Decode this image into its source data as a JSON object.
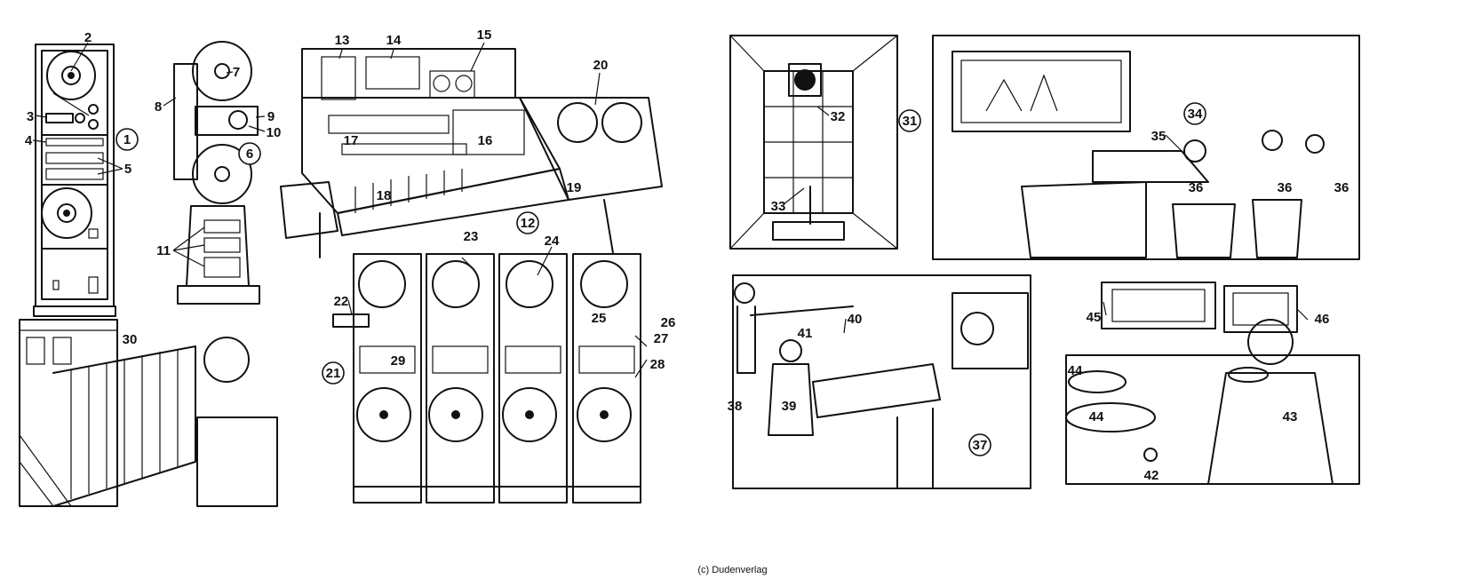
{
  "credit": "(c) Dudenverlag",
  "labels": [
    {
      "id": "l2",
      "text": "2",
      "circled": false
    },
    {
      "id": "l3",
      "text": "3",
      "circled": false
    },
    {
      "id": "l4",
      "text": "4",
      "circled": false
    },
    {
      "id": "l1",
      "text": "1",
      "circled": true
    },
    {
      "id": "l5",
      "text": "5",
      "circled": false
    },
    {
      "id": "l7",
      "text": "7",
      "circled": false
    },
    {
      "id": "l8",
      "text": "8",
      "circled": false
    },
    {
      "id": "l9",
      "text": "9",
      "circled": false
    },
    {
      "id": "l10",
      "text": "10",
      "circled": false
    },
    {
      "id": "l6",
      "text": "6",
      "circled": true
    },
    {
      "id": "l11",
      "text": "11",
      "circled": false
    },
    {
      "id": "l13",
      "text": "13",
      "circled": false
    },
    {
      "id": "l14",
      "text": "14",
      "circled": false
    },
    {
      "id": "l15",
      "text": "15",
      "circled": false
    },
    {
      "id": "l20",
      "text": "20",
      "circled": false
    },
    {
      "id": "l17",
      "text": "17",
      "circled": false
    },
    {
      "id": "l16",
      "text": "16",
      "circled": false
    },
    {
      "id": "l18",
      "text": "18",
      "circled": false
    },
    {
      "id": "l19",
      "text": "19",
      "circled": false
    },
    {
      "id": "l12",
      "text": "12",
      "circled": true
    },
    {
      "id": "l30",
      "text": "30",
      "circled": false
    },
    {
      "id": "l23",
      "text": "23",
      "circled": false
    },
    {
      "id": "l24",
      "text": "24",
      "circled": false
    },
    {
      "id": "l22",
      "text": "22",
      "circled": false
    },
    {
      "id": "l25",
      "text": "25",
      "circled": false
    },
    {
      "id": "l26",
      "text": "26",
      "circled": false
    },
    {
      "id": "l27",
      "text": "27",
      "circled": false
    },
    {
      "id": "l29",
      "text": "29",
      "circled": false
    },
    {
      "id": "l28",
      "text": "28",
      "circled": false
    },
    {
      "id": "l21",
      "text": "21",
      "circled": true
    },
    {
      "id": "l32",
      "text": "32",
      "circled": false
    },
    {
      "id": "l31",
      "text": "31",
      "circled": true
    },
    {
      "id": "l33",
      "text": "33",
      "circled": false
    },
    {
      "id": "l34",
      "text": "34",
      "circled": true
    },
    {
      "id": "l35",
      "text": "35",
      "circled": false
    },
    {
      "id": "l36a",
      "text": "36",
      "circled": false
    },
    {
      "id": "l36b",
      "text": "36",
      "circled": false
    },
    {
      "id": "l36c",
      "text": "36",
      "circled": false
    },
    {
      "id": "l40",
      "text": "40",
      "circled": false
    },
    {
      "id": "l41",
      "text": "41",
      "circled": false
    },
    {
      "id": "l38",
      "text": "38",
      "circled": false
    },
    {
      "id": "l39",
      "text": "39",
      "circled": false
    },
    {
      "id": "l37",
      "text": "37",
      "circled": true
    },
    {
      "id": "l45",
      "text": "45",
      "circled": false
    },
    {
      "id": "l46",
      "text": "46",
      "circled": false
    },
    {
      "id": "l44a",
      "text": "44",
      "circled": false
    },
    {
      "id": "l44b",
      "text": "44",
      "circled": false
    },
    {
      "id": "l43",
      "text": "43",
      "circled": false
    },
    {
      "id": "l42",
      "text": "42",
      "circled": false
    }
  ]
}
